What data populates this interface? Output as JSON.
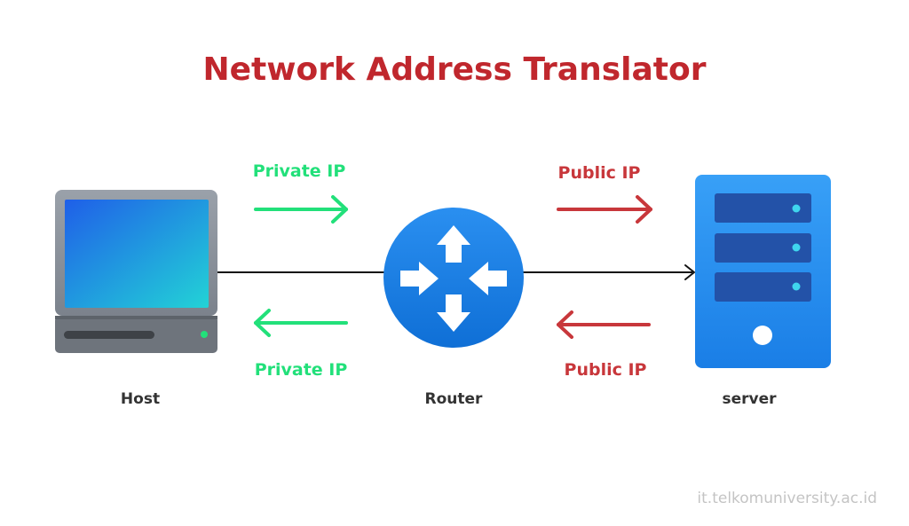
{
  "title": "Network Address Translator",
  "colors": {
    "title": "#c0272d",
    "private": "#22e07a",
    "public": "#c8373b",
    "link": "#111111",
    "router": "#1a7ee0",
    "server": "#2a8ff0"
  },
  "nodes": {
    "host": {
      "label": "Host",
      "icon": "laptop-icon"
    },
    "router": {
      "label": "Router",
      "icon": "router-icon"
    },
    "server": {
      "label": "server",
      "icon": "server-icon"
    }
  },
  "flows": {
    "host_to_router": {
      "label": "Private IP",
      "direction": "right"
    },
    "router_to_host": {
      "label": "Private IP",
      "direction": "left"
    },
    "router_to_server": {
      "label": "Public IP",
      "direction": "right"
    },
    "server_to_router": {
      "label": "Public IP",
      "direction": "left"
    }
  },
  "watermark": "it.telkomuniversity.ac.id"
}
